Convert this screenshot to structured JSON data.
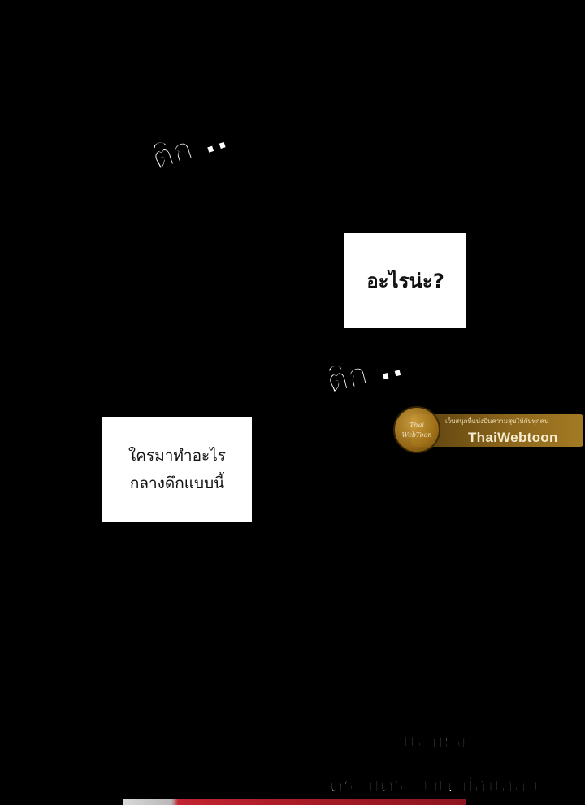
{
  "sound_effects": [
    {
      "text": "ตึก .."
    },
    {
      "text": "ตึก .."
    }
  ],
  "speech_bubbles": [
    {
      "lines": [
        "อะไรน่ะ?"
      ]
    },
    {
      "lines": [
        "ใครมาทำอะไร",
        "กลางดึกแบบนี้"
      ]
    }
  ],
  "watermark": {
    "tagline": "เว็บสนุกที่แบ่งปันความสุขให้กับทุกคน",
    "brand": "ThaiWebtoon",
    "logo_text": "Thai WebToon"
  },
  "captions": [
    {
      "text": "แถมยัง"
    },
    {
      "text": "ดูระมัดระวังเหมือนกลัว"
    }
  ],
  "colors": {
    "background": "#000000",
    "bubble": "#ffffff",
    "watermark_gold": "#a77a22"
  }
}
